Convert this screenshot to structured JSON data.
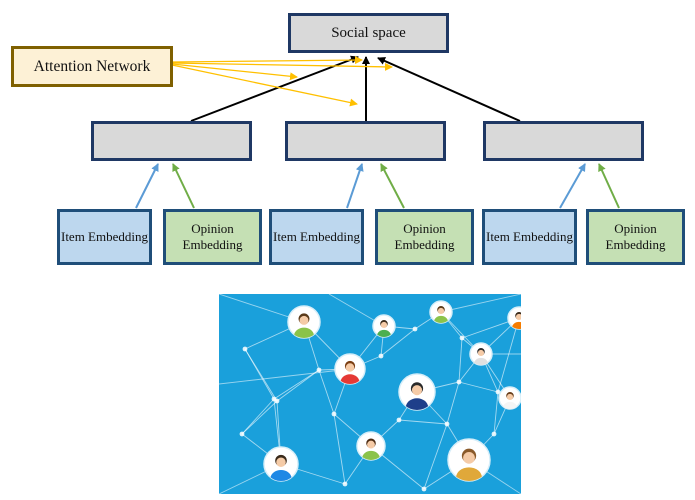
{
  "social_space": {
    "label": "Social space"
  },
  "attention_network": {
    "label": "Attention Network"
  },
  "aggregators": [
    {},
    {},
    {}
  ],
  "groups": [
    {
      "item_label": "Item Embedding",
      "opinion_label": "Opinion Embedding"
    },
    {
      "item_label": "Item Embedding",
      "opinion_label": "Opinion Embedding"
    },
    {
      "item_label": "Item Embedding",
      "opinion_label": "Opinion Embedding"
    }
  ],
  "colors": {
    "box_border": "#1f3864",
    "aggregator_fill": "#d9d9d9",
    "attention_fill": "#fdf1d6",
    "attention_border": "#7f6000",
    "item_fill": "#bdd7ee",
    "opinion_fill": "#c5e0b4",
    "item_arrow": "#5b9bd5",
    "opinion_arrow": "#70ad47",
    "attention_arrow": "#ffc000",
    "main_arrow": "#000000",
    "network_background": "#1aa0db"
  },
  "network_image": {
    "people": [
      {
        "shirt": "#8bc34a",
        "hair": "#5a3a1a"
      },
      {
        "shirt": "#4caf50",
        "hair": "#3a2a1a"
      },
      {
        "shirt": "#8bc34a",
        "hair": "#5a3a1a"
      },
      {
        "shirt": "#f57c00",
        "hair": "#3a2a1a"
      },
      {
        "shirt": "#e53935",
        "hair": "#7a3e12"
      },
      {
        "shirt": "#e0e0e0",
        "hair": "#2a2a2a"
      },
      {
        "shirt": "#1e3f8a",
        "hair": "#2a2a2a"
      },
      {
        "shirt": "#f5f5f5",
        "hair": "#6a3e1a"
      },
      {
        "shirt": "#8bc34a",
        "hair": "#4a2a12"
      },
      {
        "shirt": "#1e88e5",
        "hair": "#3a2a1a"
      },
      {
        "shirt": "#e0a83a",
        "hair": "#8a5a2a"
      }
    ]
  }
}
